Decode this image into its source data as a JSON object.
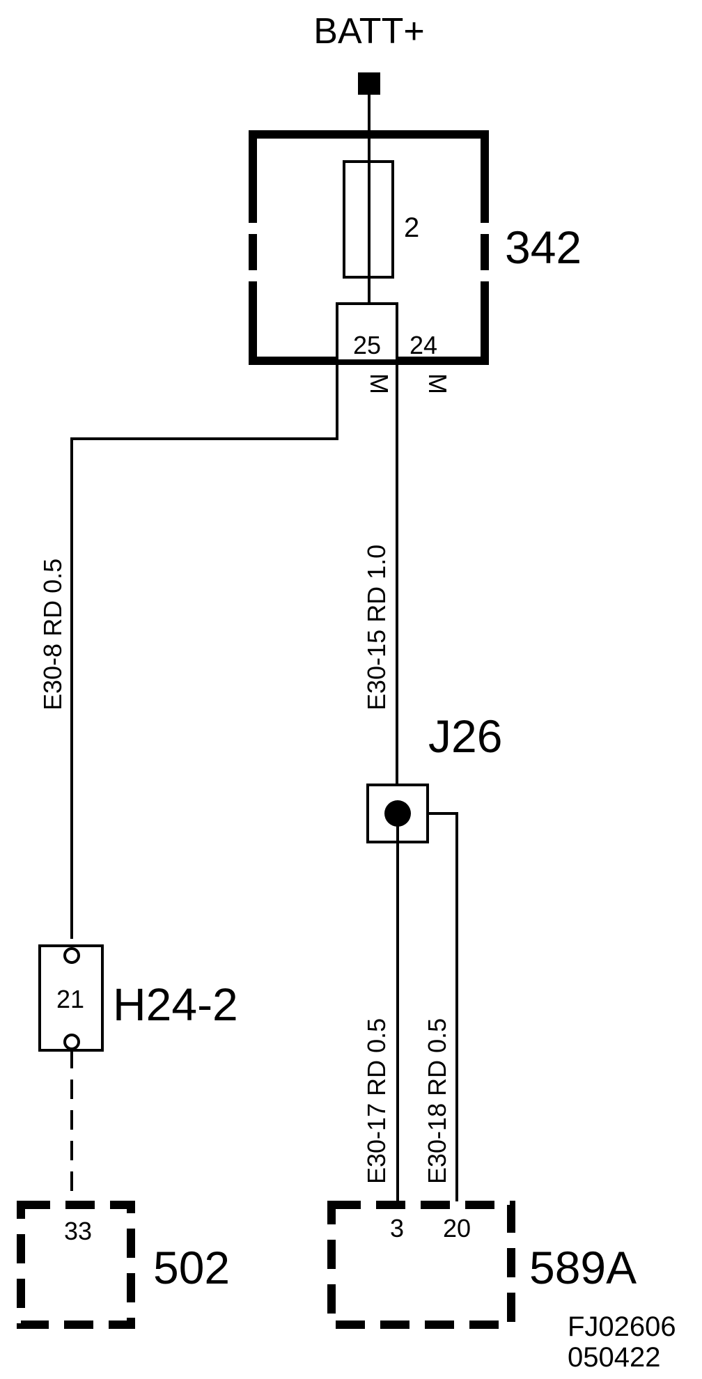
{
  "power": {
    "label": "BATT+"
  },
  "fuse_box": {
    "id": "342",
    "fuse_number": "2",
    "pin_left": "25",
    "pin_right": "24",
    "term_left": "M",
    "term_right": "M"
  },
  "wires": {
    "left": "E30-8  RD 0.5",
    "main": "E30-15  RD  1.0",
    "branch_a": "E30-17  RD  0.5",
    "branch_b": "E30-18  RD  0.5"
  },
  "splice": {
    "id": "J26"
  },
  "connector_h": {
    "id": "H24-2",
    "pin": "21"
  },
  "component_502": {
    "id": "502",
    "pin": "33"
  },
  "component_589": {
    "id": "589A",
    "pin_a": "3",
    "pin_b": "20"
  },
  "footer": {
    "code": "FJ02606",
    "date": "050422"
  }
}
